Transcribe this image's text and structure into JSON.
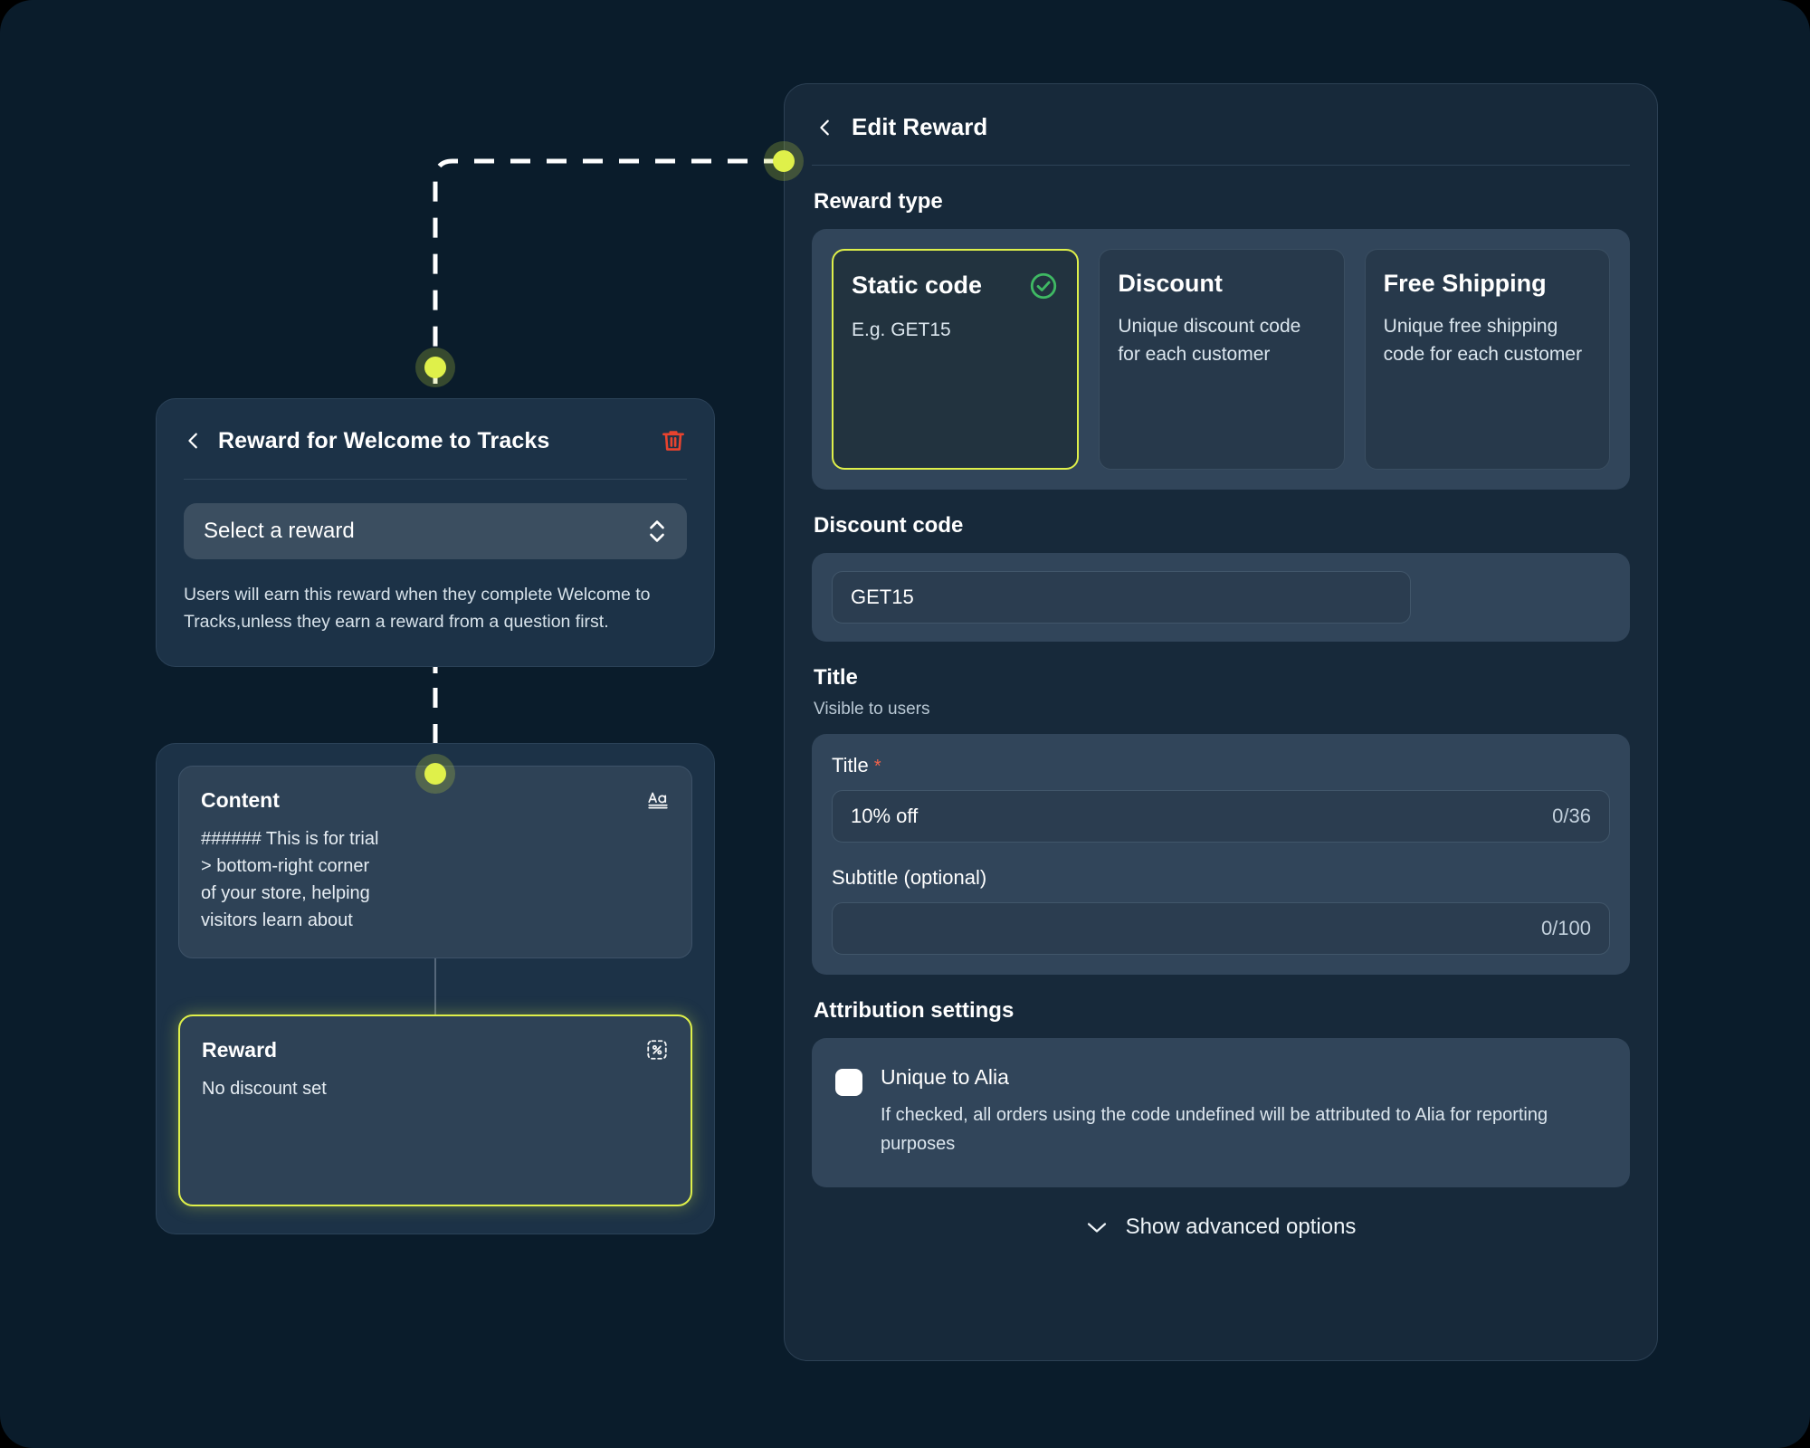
{
  "theme": {
    "page_bg": "#0a1c2b",
    "accent": "#dff04a",
    "panel_bg": "#17293a",
    "card_bg": "#1c3247",
    "inner_card_bg": "#2e4256",
    "danger": "#e8432e",
    "success": "#3fb963",
    "required_star": "#f2634a"
  },
  "flow": {
    "reward_node": {
      "back_icon": "chevron-left-icon",
      "title": "Reward for Welcome to Tracks",
      "delete_icon": "trash-icon",
      "select": {
        "value": "Select a reward",
        "caret_icon": "chevron-up-down-icon"
      },
      "helper": "Users will earn this reward when they complete Welcome to Tracks,unless they earn a reward from a question first."
    },
    "content_card": {
      "title": "Content",
      "icon": "text-format-icon",
      "lines": [
        "###### This is for trial",
        "> bottom-right corner",
        "of your store, helping",
        "visitors learn about"
      ]
    },
    "reward_card": {
      "title": "Reward",
      "icon": "discount-percent-icon",
      "status": "No discount set"
    }
  },
  "panel": {
    "back_icon": "chevron-left-icon",
    "title": "Edit Reward",
    "reward_type": {
      "label": "Reward type",
      "options": [
        {
          "name": "Static code",
          "desc": "E.g. GET15",
          "selected": true,
          "check_icon": "check-circle-icon"
        },
        {
          "name": "Discount",
          "desc": "Unique discount code for each customer",
          "selected": false
        },
        {
          "name": "Free Shipping",
          "desc": "Unique free shipping code for each customer",
          "selected": false
        }
      ]
    },
    "discount_code": {
      "label": "Discount code",
      "value": "GET15",
      "placeholder": "GET15"
    },
    "title_section": {
      "label": "Title",
      "sublabel": "Visible to users",
      "title_field": {
        "label": "Title",
        "required_mark": "*",
        "value": "10% off",
        "counter": "0/36"
      },
      "subtitle_field": {
        "label": "Subtitle (optional)",
        "value": "",
        "counter": "0/100"
      }
    },
    "attribution": {
      "label": "Attribution settings",
      "checkbox": {
        "checked": false,
        "title": "Unique to Alia",
        "desc": "If checked, all orders using the code undefined will be attributed to Alia for reporting purposes"
      }
    },
    "advanced": {
      "label": "Show advanced options",
      "icon": "chevron-down-icon"
    }
  }
}
